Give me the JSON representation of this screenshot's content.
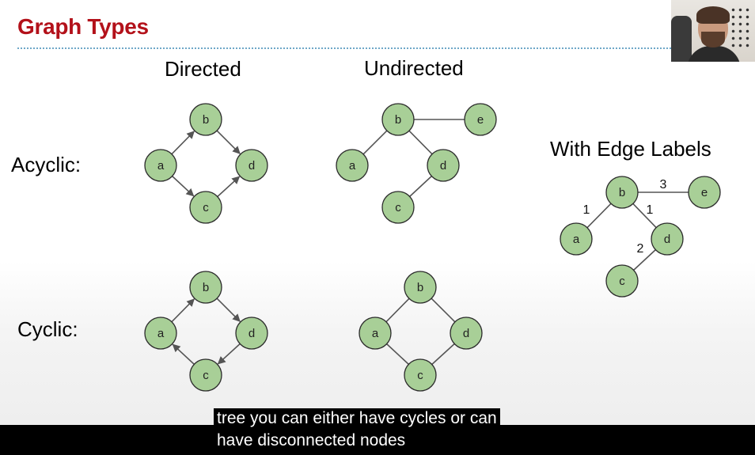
{
  "slide": {
    "title": "Graph Types",
    "columns": {
      "directed": "Directed",
      "undirected": "Undirected",
      "edge_labels": "With Edge Labels"
    },
    "rows": {
      "acyclic": "Acyclic:",
      "cyclic": "Cyclic:"
    }
  },
  "graphs": [
    {
      "id": "directed-acyclic",
      "nodes": [
        {
          "id": "a",
          "label": "a"
        },
        {
          "id": "b",
          "label": "b"
        },
        {
          "id": "c",
          "label": "c"
        },
        {
          "id": "d",
          "label": "d"
        }
      ],
      "edges": [
        {
          "from": "a",
          "to": "b",
          "directed": true
        },
        {
          "from": "a",
          "to": "c",
          "directed": true
        },
        {
          "from": "b",
          "to": "d",
          "directed": true
        },
        {
          "from": "c",
          "to": "d",
          "directed": true
        }
      ]
    },
    {
      "id": "undirected-acyclic",
      "nodes": [
        {
          "id": "a",
          "label": "a"
        },
        {
          "id": "b",
          "label": "b"
        },
        {
          "id": "c",
          "label": "c"
        },
        {
          "id": "d",
          "label": "d"
        },
        {
          "id": "e",
          "label": "e"
        }
      ],
      "edges": [
        {
          "from": "b",
          "to": "e",
          "directed": false
        },
        {
          "from": "b",
          "to": "a",
          "directed": false
        },
        {
          "from": "b",
          "to": "d",
          "directed": false
        },
        {
          "from": "d",
          "to": "c",
          "directed": false
        }
      ]
    },
    {
      "id": "edge-labels",
      "nodes": [
        {
          "id": "a",
          "label": "a"
        },
        {
          "id": "b",
          "label": "b"
        },
        {
          "id": "c",
          "label": "c"
        },
        {
          "id": "d",
          "label": "d"
        },
        {
          "id": "e",
          "label": "e"
        }
      ],
      "edges": [
        {
          "from": "b",
          "to": "e",
          "directed": false,
          "label": "3"
        },
        {
          "from": "b",
          "to": "a",
          "directed": false,
          "label": "1"
        },
        {
          "from": "b",
          "to": "d",
          "directed": false,
          "label": "1"
        },
        {
          "from": "d",
          "to": "c",
          "directed": false,
          "label": "2"
        }
      ]
    },
    {
      "id": "directed-cyclic",
      "nodes": [
        {
          "id": "a",
          "label": "a"
        },
        {
          "id": "b",
          "label": "b"
        },
        {
          "id": "c",
          "label": "c"
        },
        {
          "id": "d",
          "label": "d"
        }
      ],
      "edges": [
        {
          "from": "a",
          "to": "b",
          "directed": true
        },
        {
          "from": "b",
          "to": "d",
          "directed": true
        },
        {
          "from": "d",
          "to": "c",
          "directed": true
        },
        {
          "from": "c",
          "to": "a",
          "directed": true
        }
      ]
    },
    {
      "id": "undirected-cyclic",
      "nodes": [
        {
          "id": "a",
          "label": "a"
        },
        {
          "id": "b",
          "label": "b"
        },
        {
          "id": "c",
          "label": "c"
        },
        {
          "id": "d",
          "label": "d"
        }
      ],
      "edges": [
        {
          "from": "a",
          "to": "b",
          "directed": false
        },
        {
          "from": "b",
          "to": "d",
          "directed": false
        },
        {
          "from": "d",
          "to": "c",
          "directed": false
        },
        {
          "from": "c",
          "to": "a",
          "directed": false
        }
      ]
    }
  ],
  "colors": {
    "title": "#b3111a",
    "node_fill": "#a8cf97",
    "node_stroke": "#2b2b2b",
    "edge": "#555555"
  },
  "webcam": {
    "icon": "presenter-webcam"
  },
  "captions": {
    "line1": "tree you can either have cycles or can",
    "line2": "have disconnected nodes"
  }
}
